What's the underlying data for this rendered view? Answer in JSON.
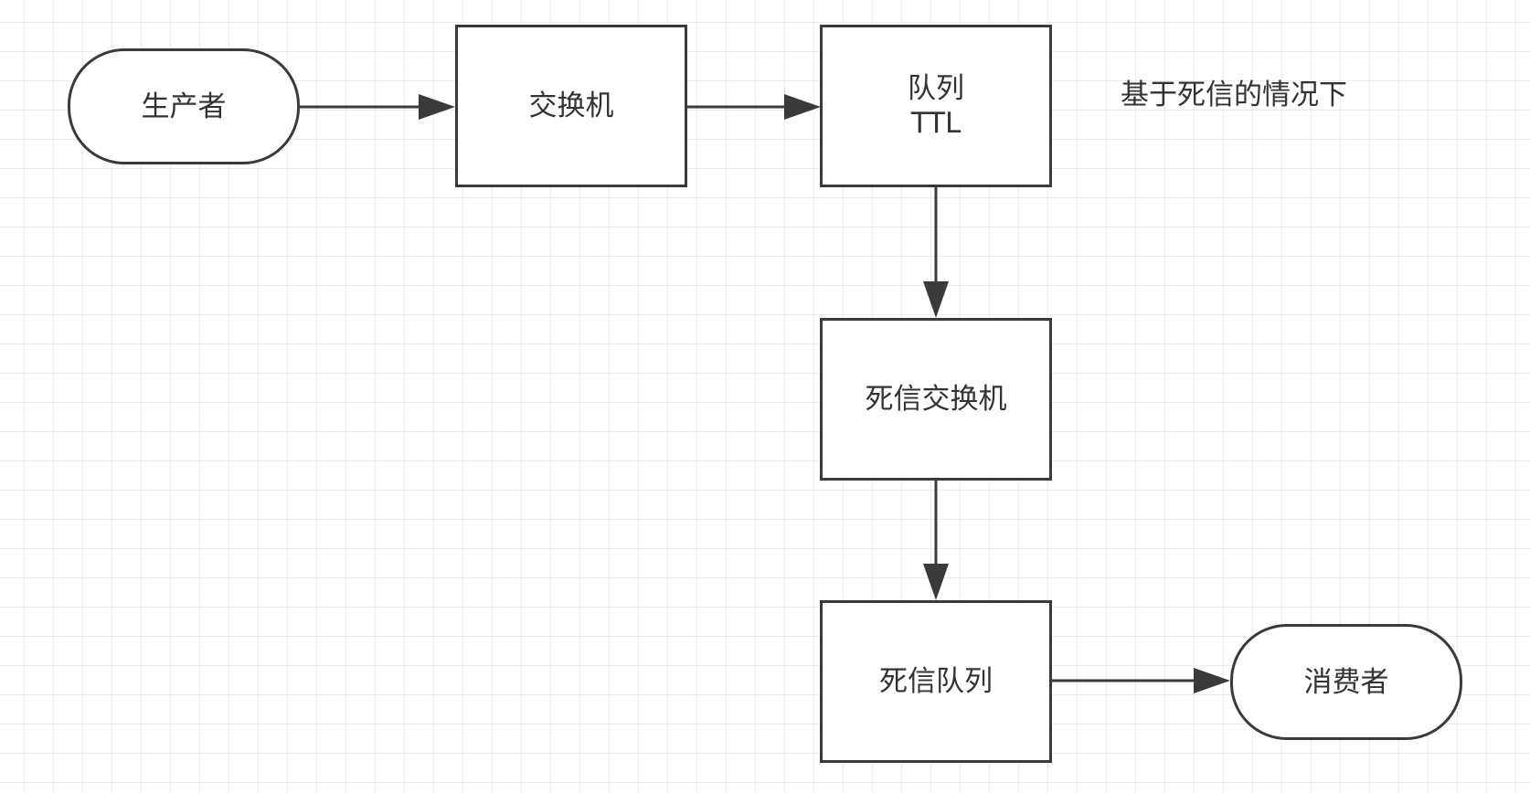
{
  "diagram": {
    "note": "基于死信的情况下",
    "nodes": {
      "producer": {
        "label": "生产者"
      },
      "exchange": {
        "label": "交换机"
      },
      "queue": {
        "line1": "队列",
        "line2": "TTL"
      },
      "dead_letter_exchange": {
        "label": "死信交换机"
      },
      "dead_letter_queue": {
        "label": "死信队列"
      },
      "consumer": {
        "label": "消费者"
      }
    },
    "edges": [
      {
        "from": "producer",
        "to": "exchange"
      },
      {
        "from": "exchange",
        "to": "queue"
      },
      {
        "from": "queue",
        "to": "dead_letter_exchange"
      },
      {
        "from": "dead_letter_exchange",
        "to": "dead_letter_queue"
      },
      {
        "from": "dead_letter_queue",
        "to": "consumer"
      }
    ],
    "colors": {
      "stroke": "#3a3a3a",
      "text": "#333333",
      "grid": "#ececec"
    }
  }
}
